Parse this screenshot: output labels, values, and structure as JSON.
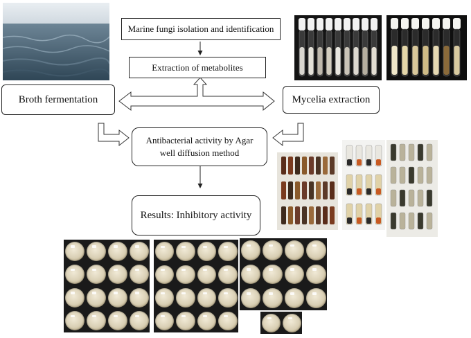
{
  "nodes": {
    "isolation": "Marine fungi isolation and identification",
    "extraction": "Extraction of  metabolites",
    "broth": "Broth fermentation",
    "mycelia": "Mycelia extraction",
    "antibacterial": "Antibacterial activity by Agar well diffusion method",
    "results": "Results: Inhibitory activity"
  },
  "images": [
    "sea-photo",
    "fungal-culture-tubes-photo",
    "fungal-culture-tubes-2-photo",
    "extract-vials-photo",
    "petri-dish-results-photo"
  ]
}
